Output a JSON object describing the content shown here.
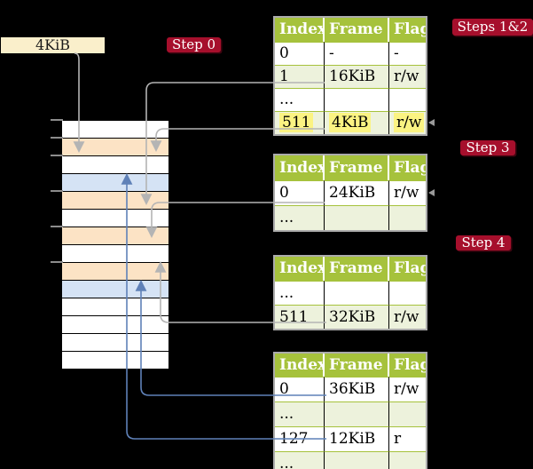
{
  "pointer_box": {
    "label": "4KiB"
  },
  "badges": {
    "step0": "Step 0",
    "steps12": "Steps 1&2",
    "step3": "Step 3",
    "step4": "Step 4"
  },
  "page_tables": {
    "columns": [
      "Index",
      "Frame",
      "Flags"
    ],
    "tables": [
      {
        "name": "table-step-1-2",
        "rows": [
          {
            "index": "0",
            "frame": "-",
            "flags": "-",
            "shaded": false
          },
          {
            "index": "1",
            "frame": "16KiB",
            "flags": "r/w",
            "shaded": true,
            "underline": "gray"
          },
          {
            "index": "...",
            "frame": "",
            "flags": "",
            "shaded": false
          },
          {
            "index": "511",
            "frame": "4KiB",
            "flags": "r/w",
            "shaded": true,
            "underline": "gray",
            "highlight": true,
            "marker_right": true
          }
        ]
      },
      {
        "name": "table-step-3",
        "rows": [
          {
            "index": "0",
            "frame": "24KiB",
            "flags": "r/w",
            "shaded": false,
            "underline": "gray",
            "marker_right": true
          },
          {
            "index": "...",
            "frame": "",
            "flags": "",
            "shaded": true
          }
        ]
      },
      {
        "name": "table-step-4",
        "rows": [
          {
            "index": "...",
            "frame": "",
            "flags": "",
            "shaded": false
          },
          {
            "index": "511",
            "frame": "32KiB",
            "flags": "r/w",
            "shaded": true,
            "underline": "gray"
          }
        ]
      },
      {
        "name": "table-final",
        "rows": [
          {
            "index": "0",
            "frame": "36KiB",
            "flags": "r/w",
            "shaded": false,
            "underline": "blue"
          },
          {
            "index": "...",
            "frame": "",
            "flags": "",
            "shaded": true
          },
          {
            "index": "127",
            "frame": "12KiB",
            "flags": "r",
            "shaded": false,
            "underline": "blue"
          },
          {
            "index": "...",
            "frame": "",
            "flags": "",
            "shaded": true
          }
        ]
      }
    ]
  },
  "memory_column": {
    "rows": [
      "white",
      "peach",
      "white",
      "blue",
      "peach",
      "white",
      "peach",
      "white",
      "peach",
      "blue",
      "white",
      "white",
      "white",
      "white"
    ]
  },
  "links": [
    {
      "from": "pointer 4KiB",
      "to": "memory frame 4KiB",
      "style": "gray"
    },
    {
      "from": "table1 entry 1/16KiB",
      "to": "memory frame 16KiB",
      "style": "gray"
    },
    {
      "from": "table1 entry 511/4KiB",
      "to": "memory frame 4KiB",
      "style": "gray"
    },
    {
      "from": "table2 entry 0/24KiB",
      "to": "memory frame 24KiB",
      "style": "gray"
    },
    {
      "from": "table3 entry 511/32KiB",
      "to": "memory frame 32KiB",
      "style": "gray"
    },
    {
      "from": "table4 entry 0/36KiB",
      "to": "memory frame 36KiB",
      "style": "blue"
    },
    {
      "from": "table4 entry 127/12KiB",
      "to": "memory frame 12KiB",
      "style": "blue"
    }
  ],
  "colors": {
    "background": "#000000",
    "header_green": "#a6c23c",
    "row_green": "#edf2dc",
    "row_white": "#ffffff",
    "badge_red": "#a60f2c",
    "badge_text": "#ffffff",
    "frame_peach": "#fce3c5",
    "frame_blue": "#d5e3f5",
    "pointer_cream": "#faefcb",
    "highlight_yellow": "#fbf382",
    "line_gray": "#b4b4b4",
    "line_blue": "#5f81b8",
    "table_border_gray": "#ababab",
    "tick_gray": "#8c8c8c"
  }
}
